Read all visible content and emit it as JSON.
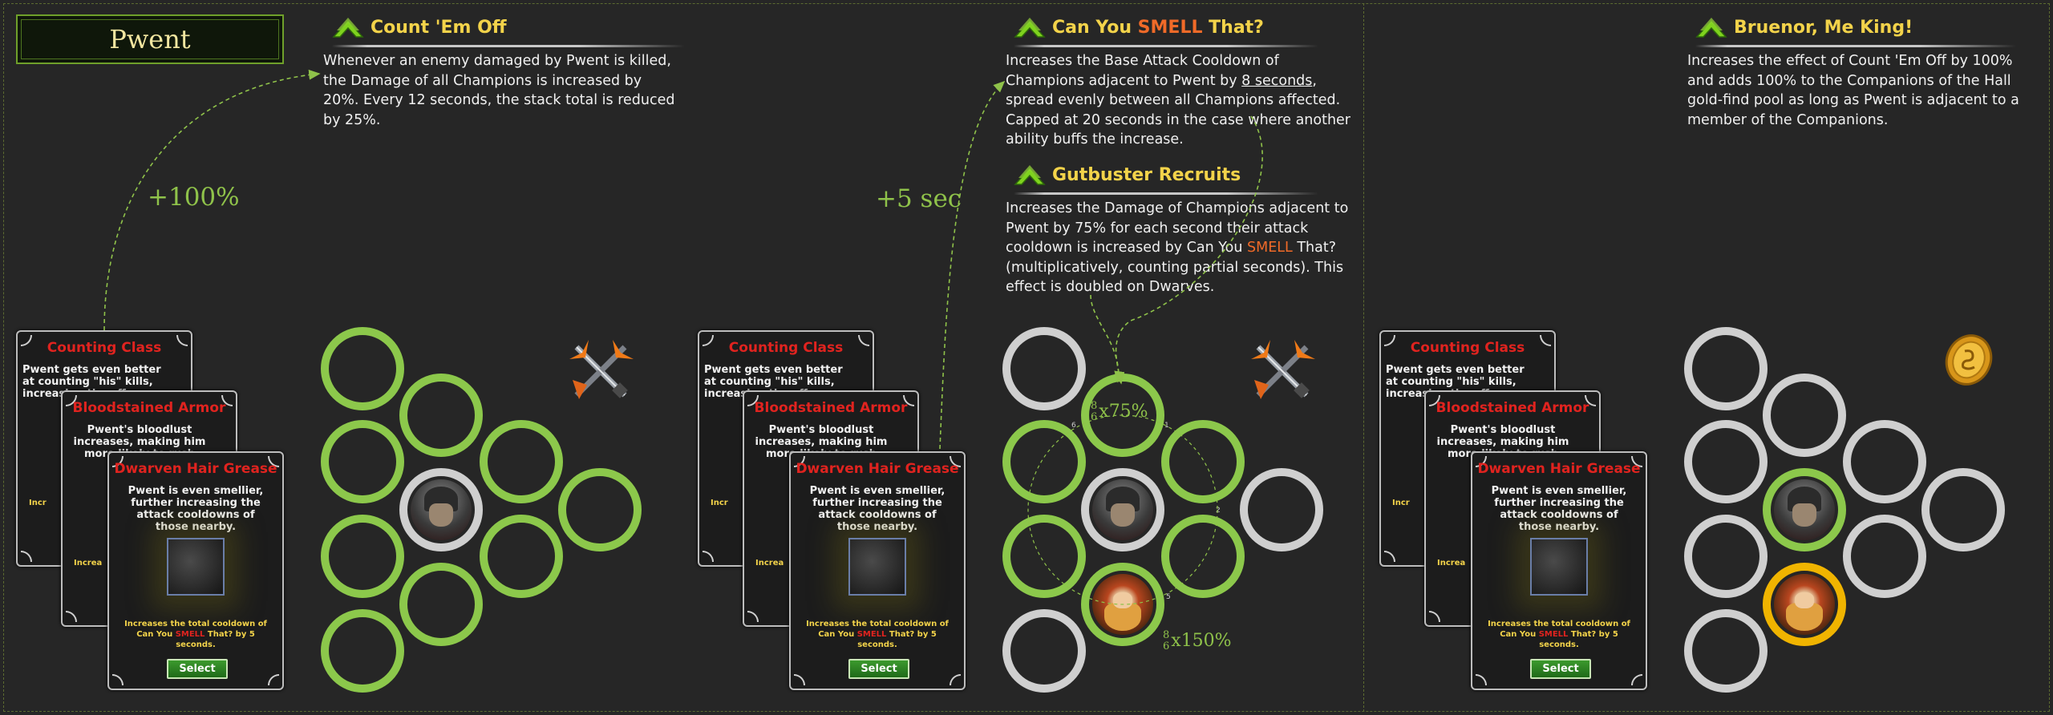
{
  "champion": {
    "name": "Pwent"
  },
  "abilities": {
    "count_em_off": {
      "title": "Count 'Em Off",
      "desc": "Whenever an enemy damaged by Pwent is killed, the Damage of all Champions is increased by 20%. Every 12 seconds, the stack total is reduced by 25%."
    },
    "can_you_smell_that": {
      "title_pre": "Can You ",
      "title_smell": "SMELL",
      "title_post": " That?",
      "desc_1": "Increases the Base Attack Cooldown of Champions adjacent to Pwent by ",
      "desc_u": "8 seconds",
      "desc_2": ", spread evenly between all Champions affected. Capped at 20 seconds in the case where another ability buffs the increase."
    },
    "gutbuster_recruits": {
      "title": "Gutbuster Recruits",
      "desc_1": "Increases the Damage of Champions adjacent to Pwent by 75% for each second their attack cooldown is increased by Can You ",
      "desc_smell": "SMELL",
      "desc_2": " That? (multiplicatively, counting partial seconds). This effect is doubled on Dwarves."
    },
    "bruenor_me_king": {
      "title": "Bruenor, Me King!",
      "desc": "Increases the effect of Count 'Em Off by 100% and adds 100% to the Companions of the Hall gold-find pool as long as Pwent is adjacent to a member of the Companions."
    }
  },
  "annotations": {
    "plus_100": "+100%",
    "plus_5_sec": "+5 sec",
    "x75_num": "8",
    "x75_den": "6",
    "x75": "x75%",
    "x150_num": "8",
    "x150_den": "6",
    "x150": "x150%"
  },
  "cards": {
    "counting_class": {
      "title": "Counting Class",
      "body": "Pwent gets even better at counting \"his\" kills, increasing the effe"
    },
    "bloodstained_armor": {
      "title": "Bloodstained Armor",
      "body": "Pwent's bloodlust increases, making him more likely to rush"
    },
    "dwarven_hair_grease": {
      "title": "Dwarven Hair Grease",
      "body": "Pwent is even smellier, further increasing the attack cooldowns of those nearby.",
      "footer_1": "Increases the total cooldown of",
      "footer_2": "Can You ",
      "footer_smell": "SMELL",
      "footer_3": " That? by 5 seconds.",
      "select": "Select"
    },
    "stub_incr": "Incr",
    "stub_increa": "Increa"
  },
  "formation_numbers": {
    "n6": "6",
    "n1": "1",
    "n2": "2",
    "n5": "5"
  },
  "icons": {
    "swords": "crossed-swords-icon",
    "coin": "gold-coin-icon",
    "chevron": "green-chevron-up-icon"
  },
  "colors": {
    "slot_green": "#8cc84b",
    "slot_grey": "#cfcfcf",
    "slot_gold": "#f0b400",
    "title_yellow": "#f3d34a",
    "smell_orange": "#f06a28",
    "card_red": "#e0231f"
  }
}
